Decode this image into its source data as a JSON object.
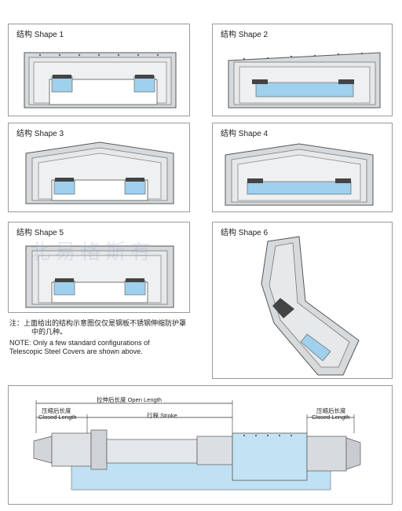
{
  "shapes": [
    {
      "title": "结构 Shape 1"
    },
    {
      "title": "结构 Shape 2"
    },
    {
      "title": "结构 Shape 3"
    },
    {
      "title": "结构 Shape 4"
    },
    {
      "title": "结构 Shape 5"
    },
    {
      "title": "结构 Shape 6"
    }
  ],
  "note": {
    "cn_line1": "注：上面给出的结构示意图仅仅是钢板不锈钢伸缩防护罩",
    "cn_line2": "中的几种。",
    "en_line1": "NOTE: Only a few standard configurations of",
    "en_line2": "Telescopic Steel Covers are shown above."
  },
  "watermark": "北易格斯有",
  "dimension": {
    "open_length": "拉伸后长度 Open Length",
    "closed_left_cn": "压缩后长度",
    "closed_left_en": "Closed Length",
    "stroke": "行程 Stroke",
    "closed_right_cn": "压缩后长度",
    "closed_right_en": "Closed Length"
  },
  "colors": {
    "steel": "#c9cdd2",
    "steel_dark": "#7d838a",
    "way": "#9fd0ec",
    "way_dark": "#6fa9cf",
    "bg_cover": "#bfe1f3"
  }
}
